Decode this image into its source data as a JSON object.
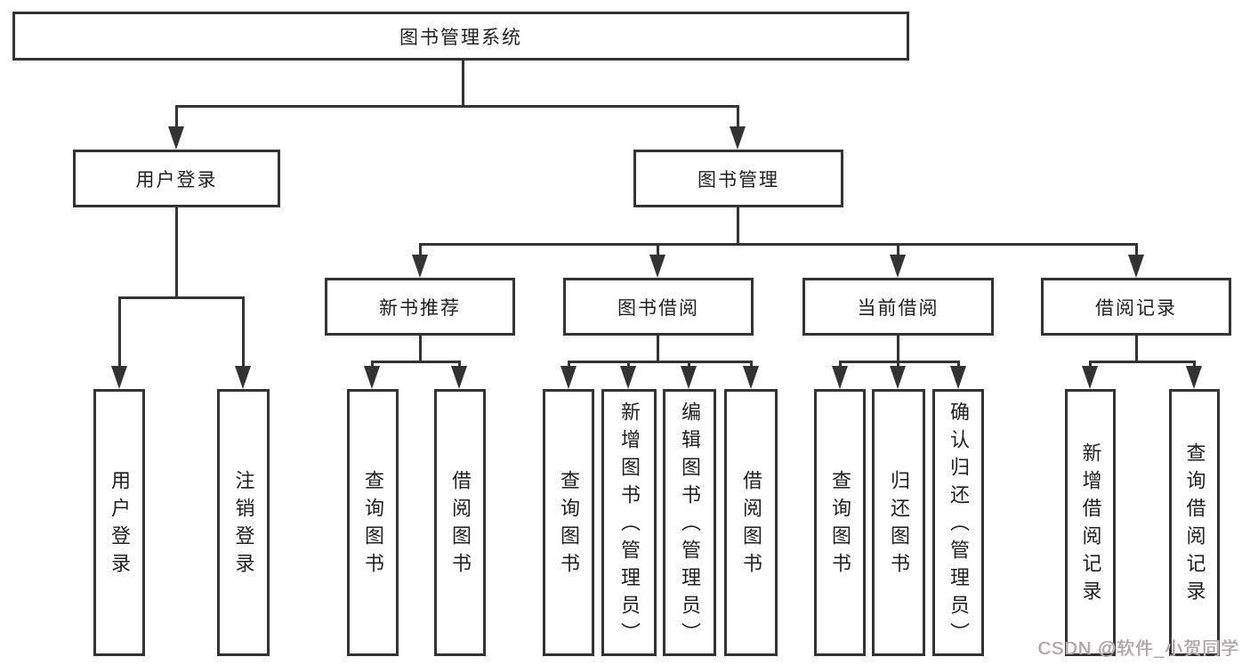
{
  "diagram": {
    "title": "图书管理系统",
    "root": {
      "label": "图书管理系统"
    },
    "level2": [
      {
        "label": "用户登录"
      },
      {
        "label": "图书管理"
      }
    ],
    "level3": [
      {
        "label": "新书推荐"
      },
      {
        "label": "图书借阅"
      },
      {
        "label": "当前借阅"
      },
      {
        "label": "借阅记录"
      }
    ],
    "leaves": [
      {
        "label": "用户登录",
        "parent": "用户登录"
      },
      {
        "label": "注销登录",
        "parent": "用户登录"
      },
      {
        "label": "查询图书",
        "parent": "新书推荐"
      },
      {
        "label": "借阅图书",
        "parent": "新书推荐"
      },
      {
        "label": "查询图书",
        "parent": "图书借阅"
      },
      {
        "label": "新增图书（管理员）",
        "parent": "图书借阅"
      },
      {
        "label": "编辑图书（管理员）",
        "parent": "图书借阅"
      },
      {
        "label": "借阅图书",
        "parent": "图书借阅"
      },
      {
        "label": "查询图书",
        "parent": "当前借阅"
      },
      {
        "label": "归还图书",
        "parent": "当前借阅"
      },
      {
        "label": "确认归还（管理员）",
        "parent": "当前借阅"
      },
      {
        "label": "新增借阅记录",
        "parent": "借阅记录"
      },
      {
        "label": "查询借阅记录",
        "parent": "借阅记录"
      }
    ],
    "watermark": "CSDN @软件_小贺同学",
    "colors": {
      "line": "#333333",
      "box_border": "#333333",
      "box_background": "#ffffff",
      "text": "#1f1f1f",
      "watermark": "#a4a4a4"
    }
  }
}
